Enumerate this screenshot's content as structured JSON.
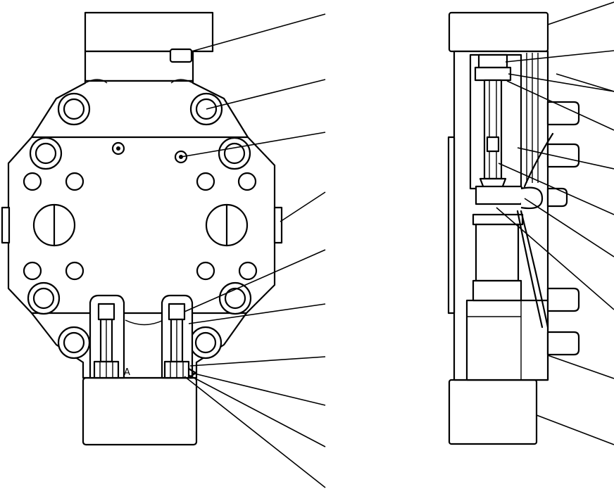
{
  "diagram": {
    "views": [
      "front-view",
      "side-view"
    ],
    "leader_line_count": 21,
    "annotations": {
      "front_marker": "A"
    },
    "colors": {
      "line": "#000000",
      "background": "#ffffff"
    }
  }
}
